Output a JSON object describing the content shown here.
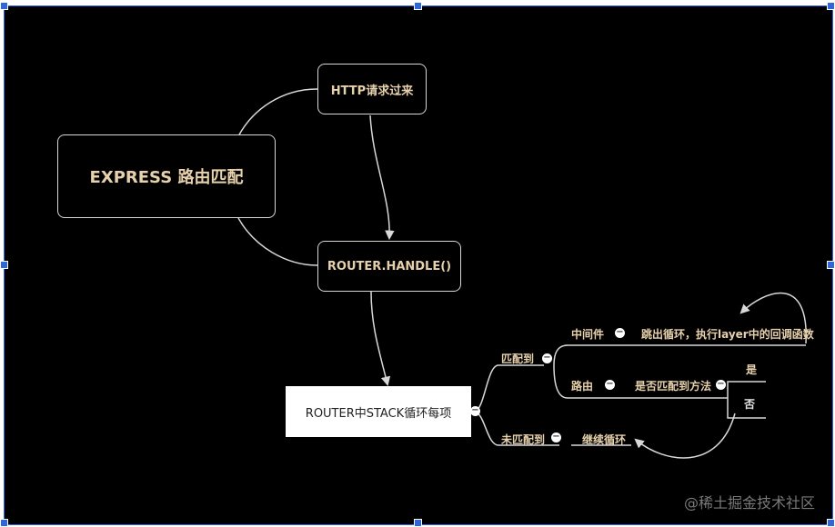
{
  "diagram": {
    "root": "EXPRESS 路由匹配",
    "request": "HTTP请求过来",
    "handle": "ROUTER.HANDLE()",
    "stack_loop": "ROUTER中STACK循环每项",
    "matched": "匹配到",
    "middleware": "中间件",
    "middleware_action": "跳出循环，执行layer中的回调函数",
    "route": "路由",
    "method_check": "是否匹配到方法",
    "yes": "是",
    "no": "否",
    "not_matched": "未匹配到",
    "continue_loop": "继续循环"
  },
  "watermark": "@稀土掘金技术社区",
  "colors": {
    "background": "#000000",
    "text": "#e6d1ac",
    "line": "#d8d8d8",
    "selection": "#2f66d8"
  },
  "icons": {
    "collapse_toggle": "minus-circle-icon"
  }
}
